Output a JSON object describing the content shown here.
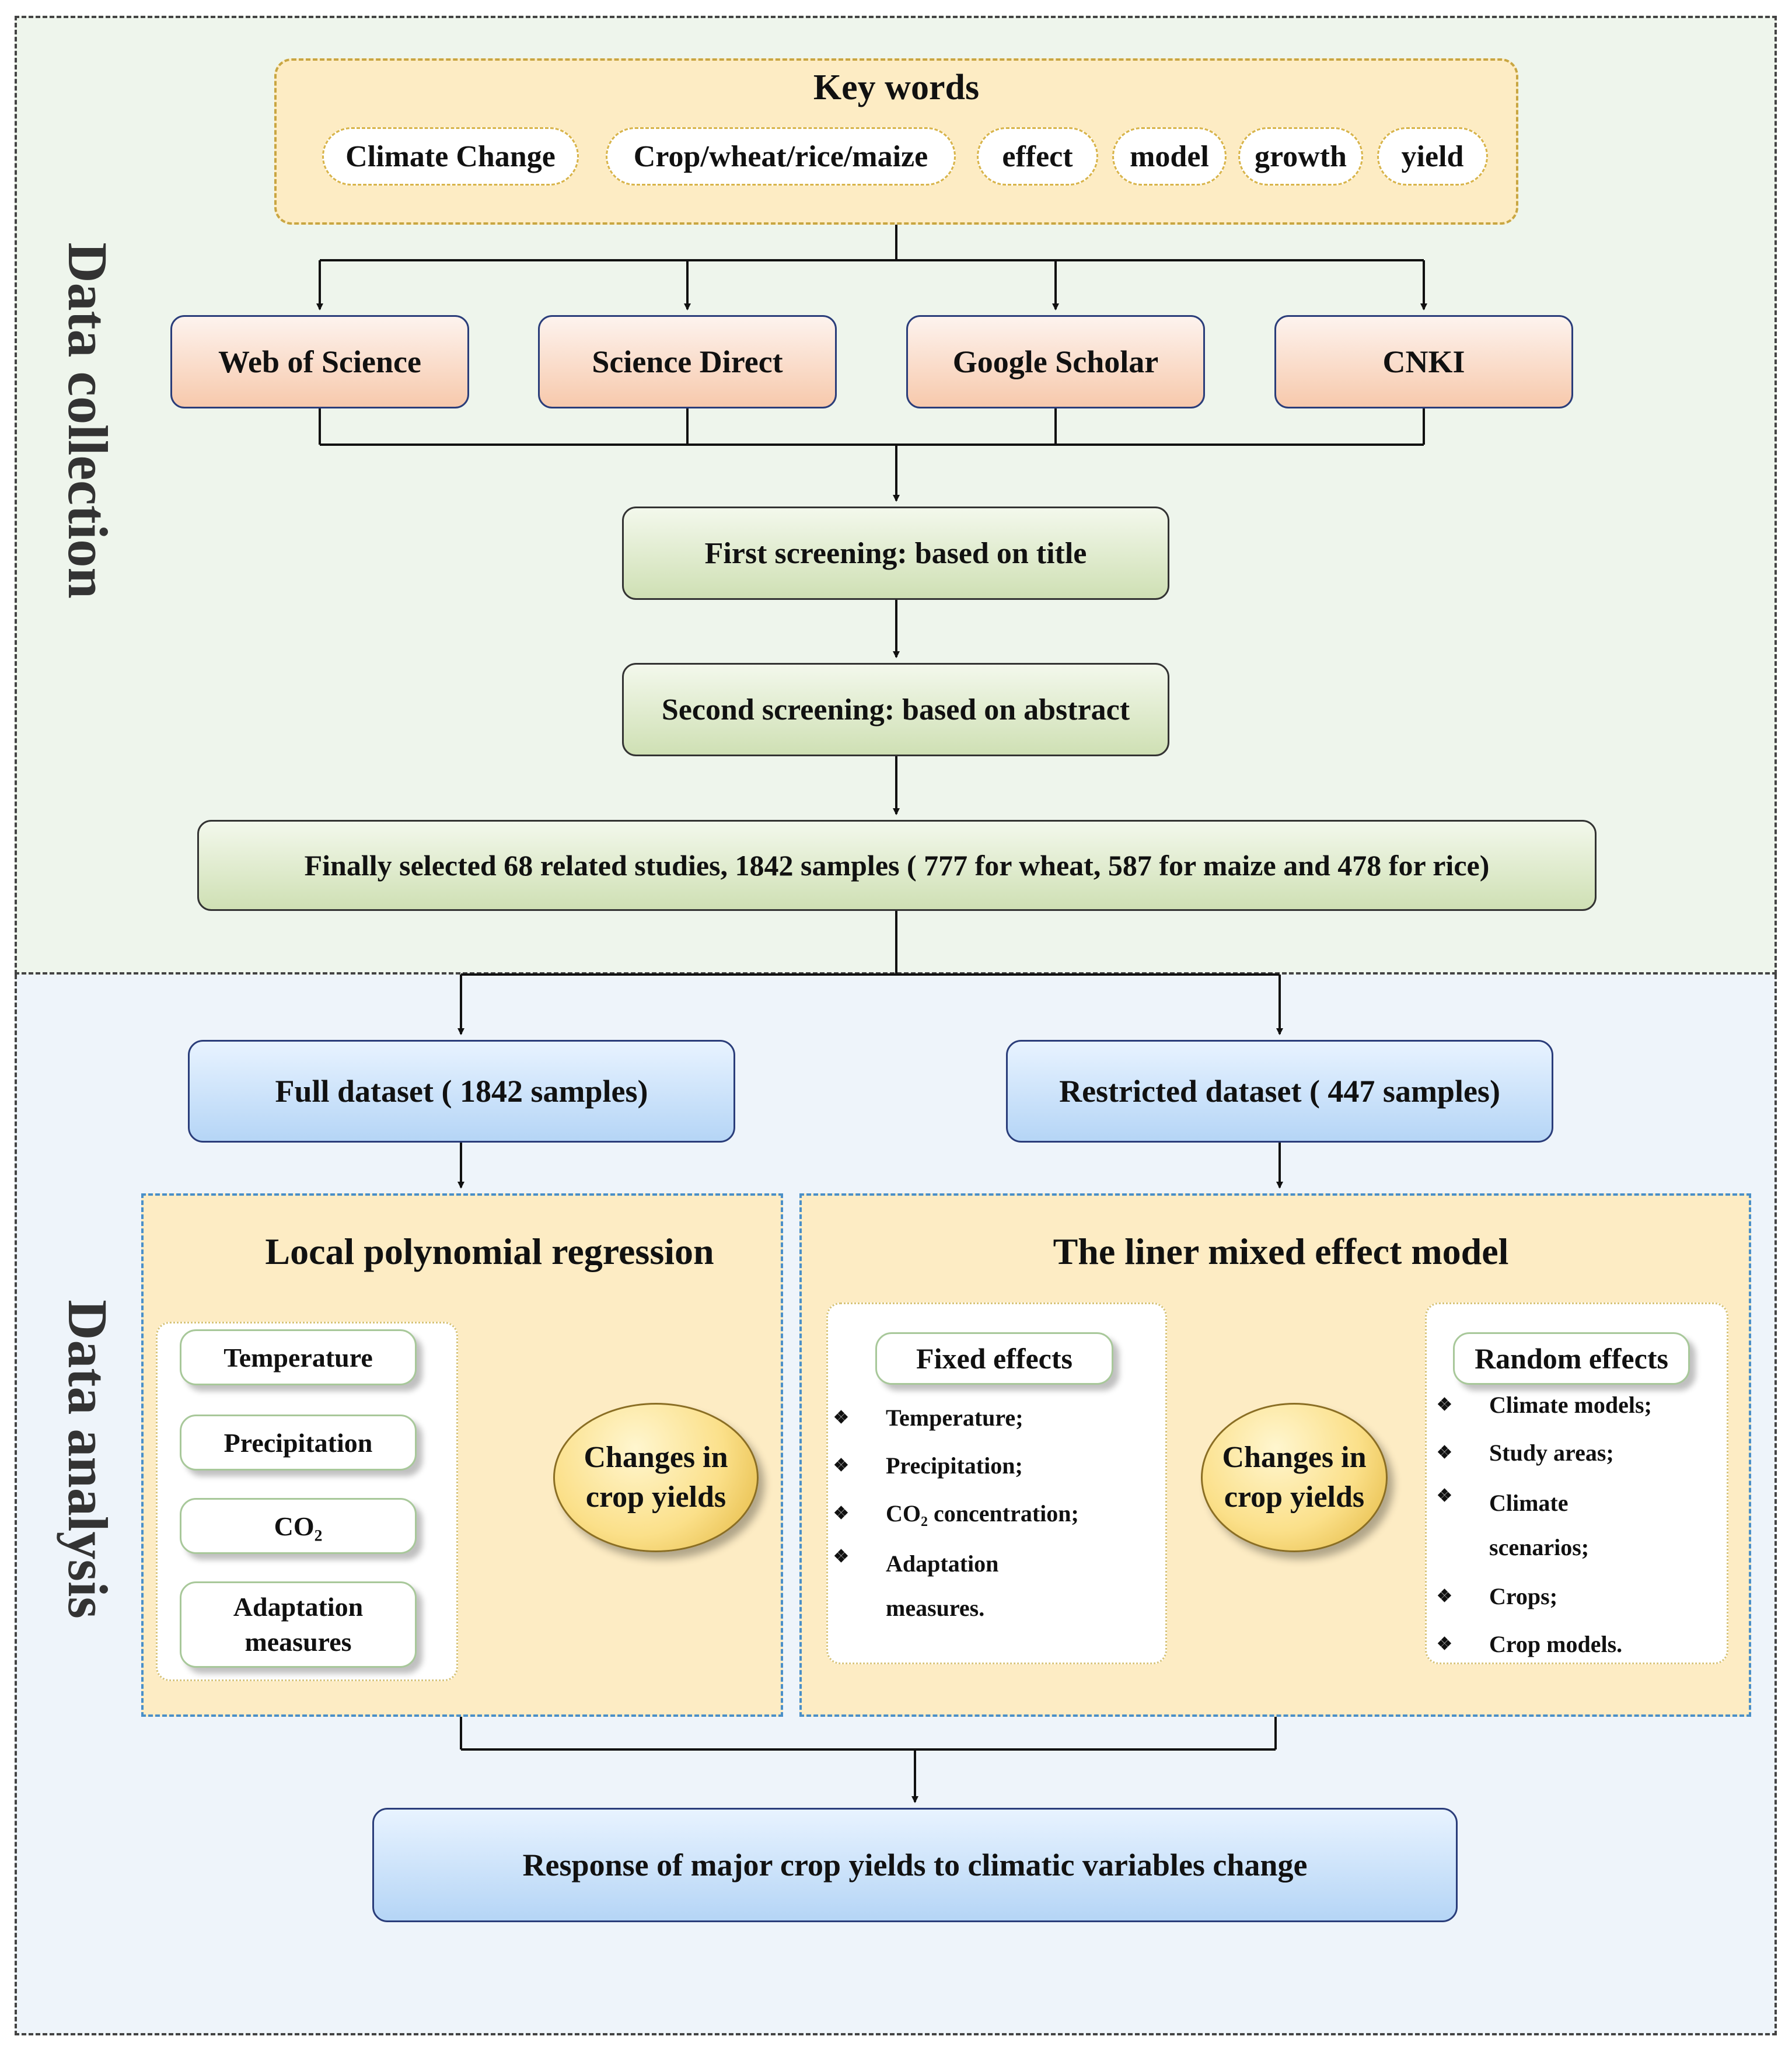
{
  "sections": {
    "collection_label": "Data collection",
    "analysis_label": "Data analysis"
  },
  "keywords": {
    "title": "Key words",
    "items": [
      "Climate Change",
      "Crop/wheat/rice/maize",
      "effect",
      "model",
      "growth",
      "yield"
    ]
  },
  "databases": [
    "Web of Science",
    "Science Direct",
    "Google Scholar",
    "CNKI"
  ],
  "screening": {
    "first": "First screening: based on title",
    "second": "Second screening: based on abstract",
    "final": "Finally selected 68 related studies, 1842 samples ( 777 for wheat, 587 for maize and 478 for rice)"
  },
  "datasets": {
    "full": "Full dataset ( 1842 samples)",
    "restricted": "Restricted dataset ( 447 samples)"
  },
  "local_regression": {
    "title": "Local polynomial regression",
    "variables": [
      "Temperature",
      "Precipitation",
      "CO₂",
      "Adaptation measures"
    ],
    "outcome": "Changes in crop yields"
  },
  "mixed_model": {
    "title": "The liner mixed effect model",
    "fixed_title": "Fixed effects",
    "fixed_items": [
      "Temperature;",
      "Precipitation;",
      "CO₂ concentration;",
      "Adaptation measures."
    ],
    "outcome": "Changes in crop yields",
    "random_title": "Random effects",
    "random_items": [
      "Climate models;",
      "Study areas;",
      "Climate scenarios;",
      "Crops;",
      "Crop models."
    ]
  },
  "final_box": "Response of major crop yields to climatic variables change",
  "colors": {
    "collection_bg": "#eef5ec",
    "analysis_bg": "#eef4fa",
    "keyword_bg": "#fdecc4",
    "database_fill": "#f7c9ac",
    "screening_fill": "#cfe0b4",
    "dataset_fill": "#b5d5f6",
    "outcome_fill": "#fbe08a"
  }
}
